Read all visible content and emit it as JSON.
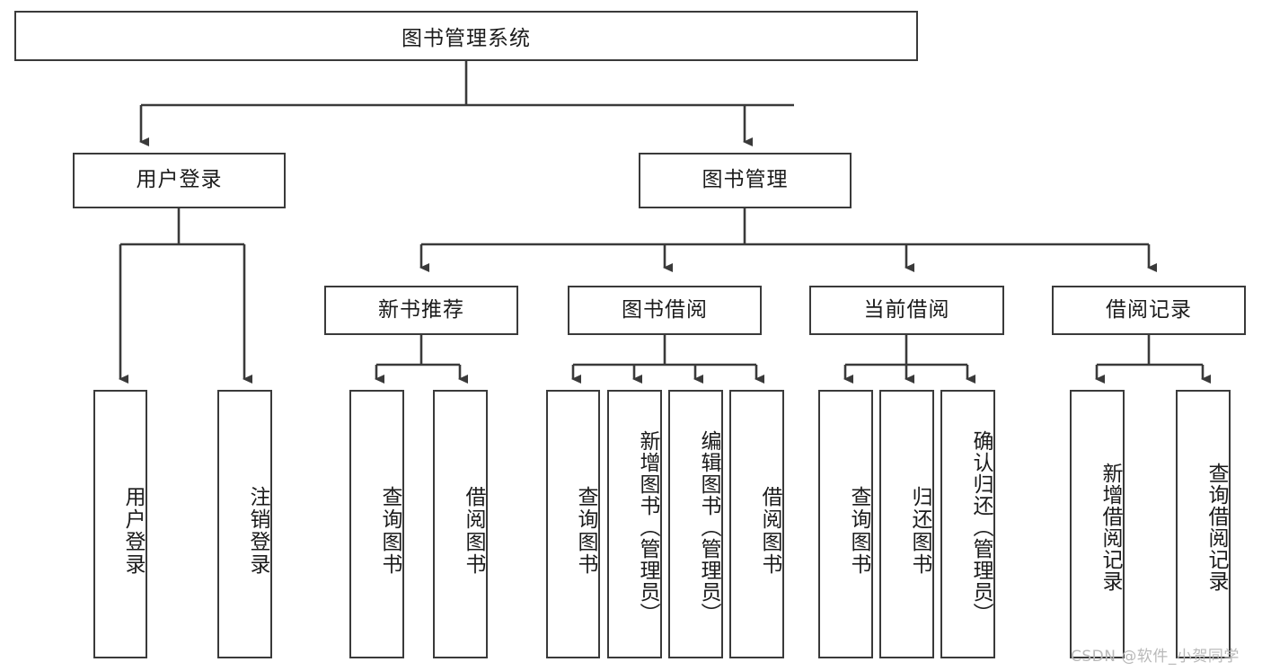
{
  "diagram": {
    "title_node": "图书管理系统",
    "level2": [
      {
        "label": "用户登录"
      },
      {
        "label": "图书管理"
      }
    ],
    "level3": [
      {
        "label": "新书推荐"
      },
      {
        "label": "图书借阅"
      },
      {
        "label": "当前借阅"
      },
      {
        "label": "借阅记录"
      }
    ],
    "leaves": {
      "user_login": [
        {
          "label": "用户登录"
        },
        {
          "label": "注销登录"
        }
      ],
      "new_book_recommend": [
        {
          "label": "查询图书"
        },
        {
          "label": "借阅图书"
        }
      ],
      "book_borrow": [
        {
          "label": "查询图书"
        },
        {
          "label": "新增图书（管理员）"
        },
        {
          "label": "编辑图书（管理员）"
        },
        {
          "label": "借阅图书"
        }
      ],
      "current_borrow": [
        {
          "label": "查询图书"
        },
        {
          "label": "归还图书"
        },
        {
          "label": "确认归还（管理员）"
        }
      ],
      "borrow_record": [
        {
          "label": "新增借阅记录"
        },
        {
          "label": "查询借阅记录"
        }
      ]
    }
  },
  "watermark": {
    "text": "CSDN @软件_小贺同学"
  },
  "colors": {
    "stroke": "#3a3a3a",
    "text": "#1b1b1b",
    "background": "#ffffff",
    "watermark": "#b9b9b9"
  }
}
